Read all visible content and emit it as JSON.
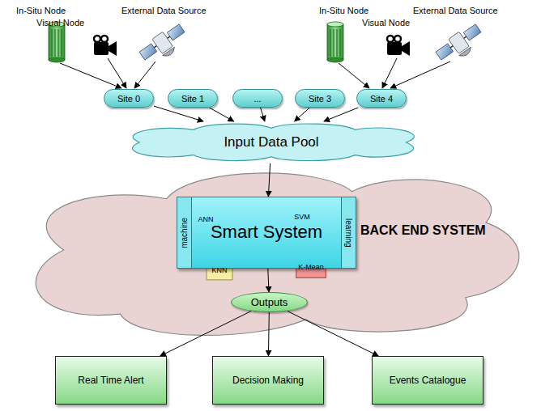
{
  "diagram": {
    "nodes": [
      {
        "text": [
          "Site 0"
        ]
      },
      {
        "text": [
          "Site 1"
        ]
      },
      {
        "text": [
          "..."
        ]
      },
      {
        "text": [
          "Site 3"
        ]
      },
      {
        "text": [
          "Site 4"
        ]
      },
      {
        "text": [
          "Input Data Pool"
        ]
      },
      {
        "text": [
          "BACK END SYSTEM"
        ]
      },
      {
        "text": [
          "Smart System",
          "machine",
          "learning"
        ],
        "in": 6
      },
      {
        "text": [
          "ANN"
        ],
        "in": 7
      },
      {
        "text": [
          "SVM"
        ],
        "in": 7
      },
      {
        "text": [
          "KNN"
        ],
        "in": 7
      },
      {
        "text": [
          "K-Mean"
        ],
        "in": 7
      },
      {
        "text": [
          "Outputs"
        ],
        "in": 6
      },
      {
        "text": [
          "Real Time Alert"
        ]
      },
      {
        "text": [
          "Decision Making"
        ]
      },
      {
        "text": [
          "Events Catalogue"
        ]
      }
    ],
    "edges": [
      {
        "from": 0,
        "to": 5,
        "arrow": "to"
      },
      {
        "from": 1,
        "to": 5,
        "arrow": "to"
      },
      {
        "from": 2,
        "to": 5,
        "arrow": "to"
      },
      {
        "from": 3,
        "to": 5,
        "arrow": "to"
      },
      {
        "from": 4,
        "to": 5,
        "arrow": "to"
      },
      {
        "from": 5,
        "to": 7,
        "arrow": "to"
      },
      {
        "from": 7,
        "to": 12,
        "arrow": "to"
      },
      {
        "from": 12,
        "to": 13,
        "arrow": "to"
      },
      {
        "from": 12,
        "to": 14,
        "arrow": "to"
      },
      {
        "from": 12,
        "to": 15,
        "arrow": "to"
      }
    ],
    "labels": [
      "In-Situ Node",
      "Visual Node",
      "External Data Source",
      "In-Situ Node",
      "Visual Node",
      "External Data Source"
    ]
  }
}
